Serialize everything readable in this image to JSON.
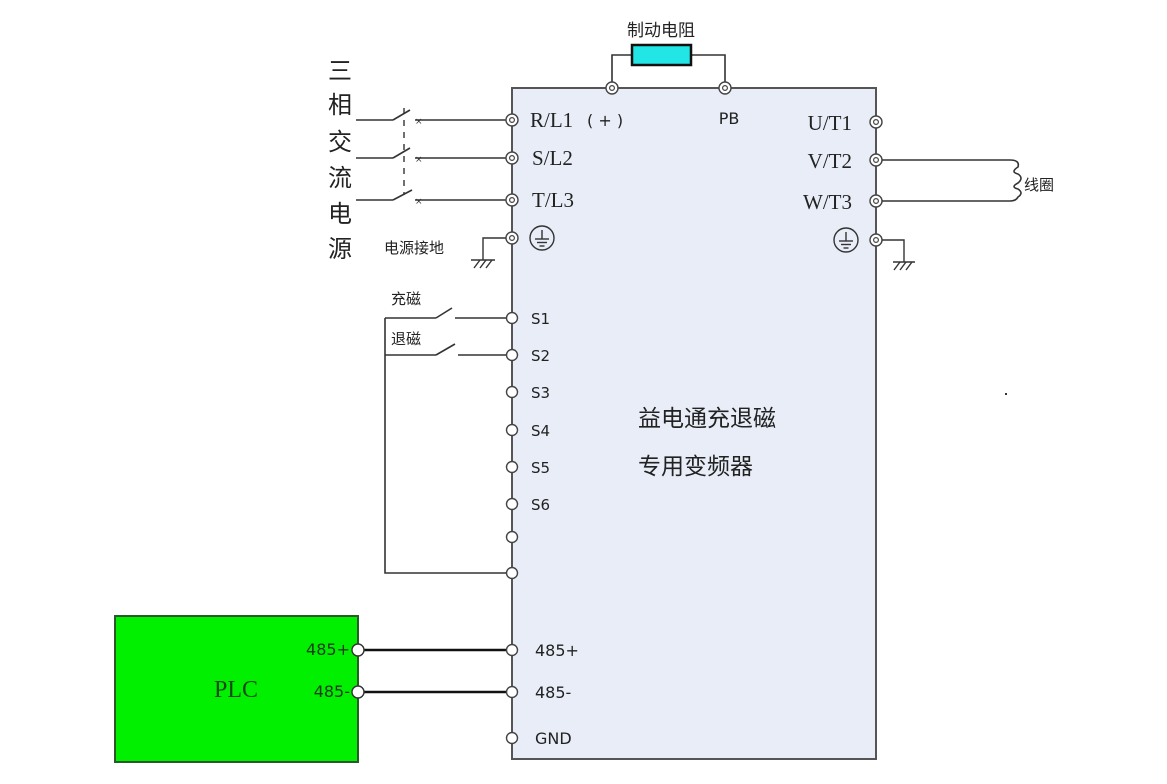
{
  "title": "益电通充退磁专用变频器接线图",
  "colors": {
    "inverter_fill": "#e8edf7",
    "inverter_stroke": "#555555",
    "plc_fill": "#00f000",
    "plc_stroke": "#2a5a2a",
    "resistor_fill": "#22e5e5",
    "wire": "#333333",
    "text": "#222222"
  },
  "inverter": {
    "name_line1": "益电通充退磁",
    "name_line2": "专用变频器"
  },
  "brake_resistor": {
    "label": "制动电阻"
  },
  "power_input": {
    "source_label_chars": [
      "三",
      "相",
      "交",
      "流",
      "电",
      "源"
    ],
    "ground_label": "电源接地",
    "terminals": [
      {
        "label": "R/L1",
        "suffix": "( + )"
      },
      {
        "label": "S/L2",
        "suffix": ""
      },
      {
        "label": "T/L3",
        "suffix": ""
      }
    ]
  },
  "pb_terminal": {
    "label": "PB"
  },
  "output": {
    "terminals": [
      {
        "label": "U/T1"
      },
      {
        "label": "V/T2"
      },
      {
        "label": "W/T3"
      }
    ],
    "coil_label": "线圈"
  },
  "control": {
    "switches": [
      {
        "label": "充磁",
        "terminal": "S1"
      },
      {
        "label": "退磁",
        "terminal": "S2"
      }
    ],
    "terminals": [
      "S1",
      "S2",
      "S3",
      "S4",
      "S5",
      "S6",
      "",
      ""
    ]
  },
  "comm": {
    "terminals": [
      "485+",
      "485-",
      "GND"
    ]
  },
  "plc": {
    "label": "PLC",
    "ports": [
      "485+",
      "485-"
    ]
  }
}
